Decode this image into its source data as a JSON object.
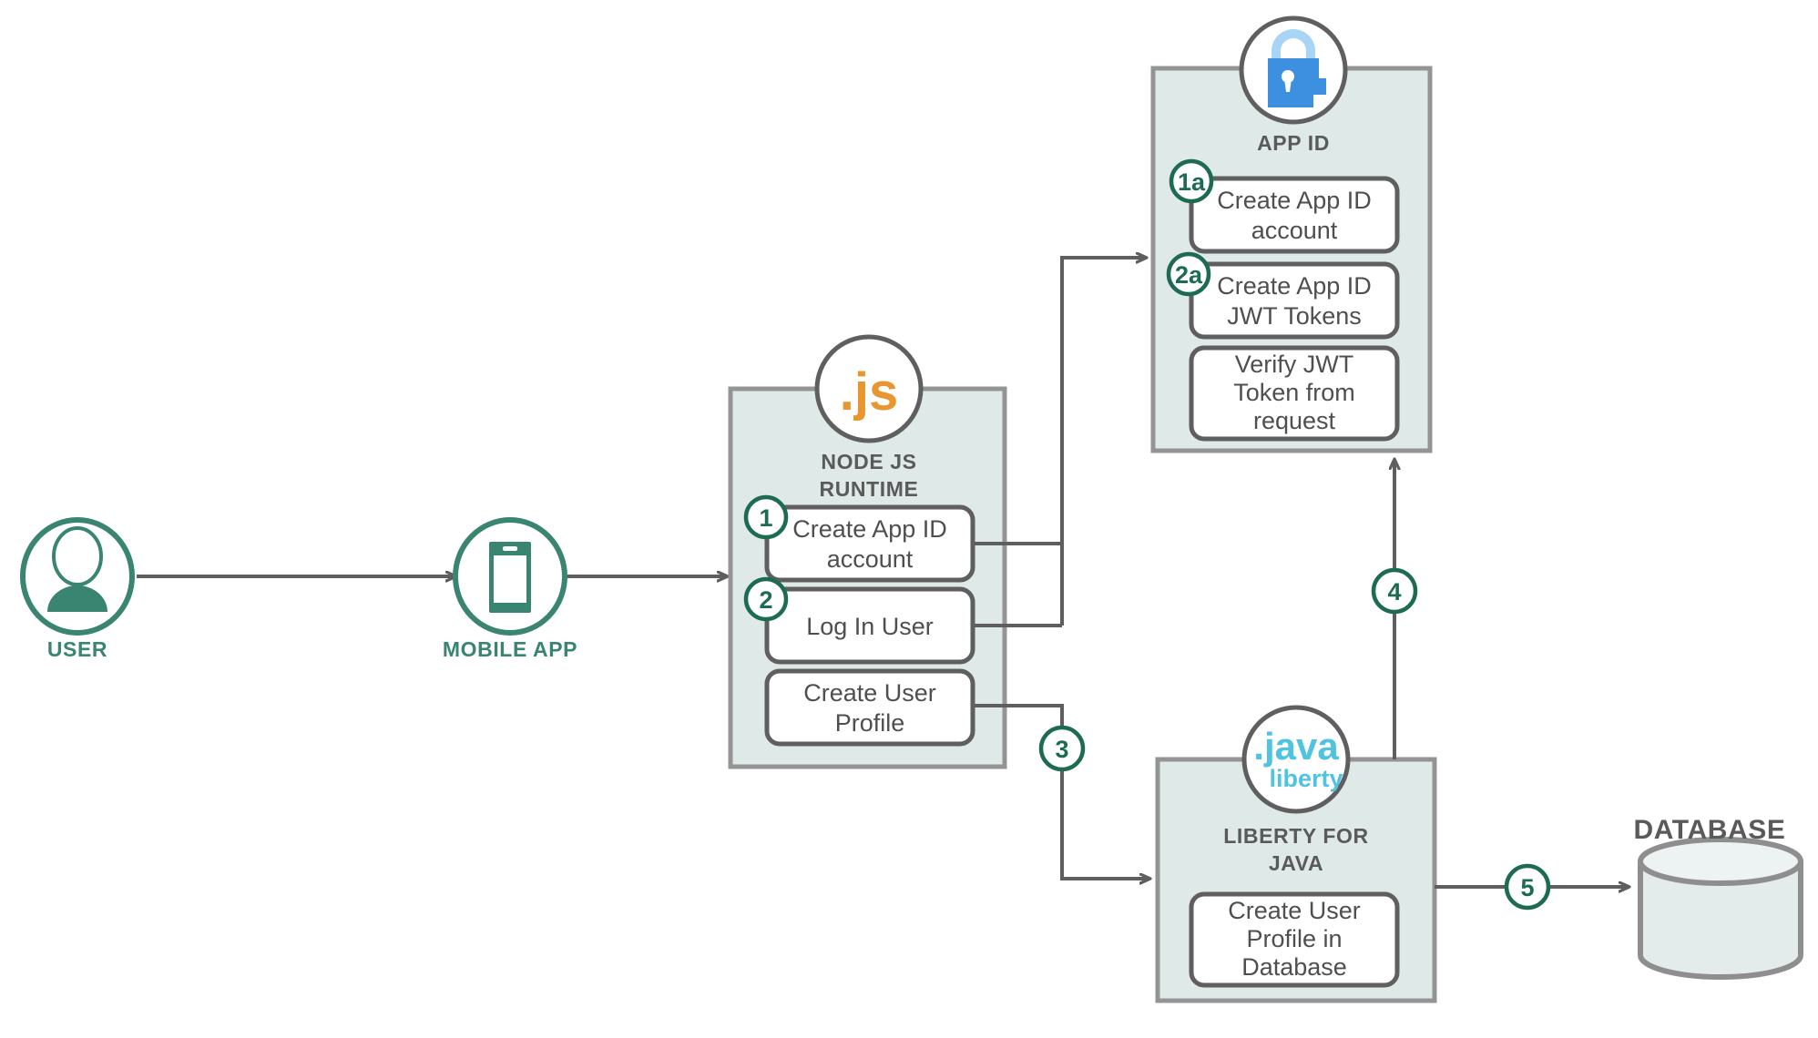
{
  "diagram": {
    "title": "App ID authentication flow architecture",
    "background": "#ffffff",
    "colors": {
      "teal_accent": "#3A8472",
      "badge_green": "#1D6B52",
      "container_fill": "#DEE9E8",
      "container_stroke": "#949494",
      "connector_gray": "#5E5E5E",
      "step_box_stroke": "#5F5F5F",
      "step_box_fill": "#FFFFFF",
      "text_gray": "#4F4F4F",
      "title_gray": "#5A5A5A",
      "js_orange": "#E8962F",
      "java_blue": "#4FC3E0",
      "appid_blue": "#3D8FE0",
      "db_fill": "#E3ECEB",
      "db_stroke": "#8E8E8E"
    }
  },
  "actors": [
    {
      "id": "user",
      "label": "USER",
      "icon": "user-avatar-icon"
    },
    {
      "id": "mobile_app",
      "label": "MOBILE APP",
      "icon": "mobile-phone-icon"
    }
  ],
  "containers": [
    {
      "id": "node_js_runtime",
      "label": "NODE JS\nRUNTIME",
      "label_line1": "NODE JS",
      "label_line2": "RUNTIME",
      "icon": "nodejs-dotjs-icon",
      "icon_text": ".js",
      "steps": [
        {
          "badge": "1",
          "text": "Create App ID\naccount",
          "line1": "Create App ID",
          "line2": "account",
          "lines": 2
        },
        {
          "badge": "2",
          "text": "Log In User",
          "line1": "Log In User",
          "line2": "",
          "lines": 1
        },
        {
          "badge": "",
          "text": "Create User\nProfile",
          "line1": "Create User",
          "line2": "Profile",
          "lines": 2
        }
      ]
    },
    {
      "id": "app_id",
      "label": "APP ID",
      "label_line1": "APP ID",
      "label_line2": "",
      "icon": "appid-lock-face-icon",
      "steps": [
        {
          "badge": "1a",
          "text": "Create App ID\naccount",
          "line1": "Create App ID",
          "line2": "account",
          "lines": 2
        },
        {
          "badge": "2a",
          "text": "Create App ID\nJWT Tokens",
          "line1": "Create App ID",
          "line2": "JWT Tokens",
          "lines": 2
        },
        {
          "badge": "",
          "text": "Verify JWT\nToken from\nrequest",
          "line1": "Verify JWT",
          "line2": "Token from",
          "line3": "request",
          "lines": 3
        }
      ]
    },
    {
      "id": "liberty_for_java",
      "label": "LIBERTY FOR\nJAVA",
      "label_line1": "LIBERTY FOR",
      "label_line2": "JAVA",
      "icon": "java-liberty-icon",
      "icon_text_top": ".java",
      "icon_text_bottom": "liberty",
      "steps": [
        {
          "badge": "",
          "text": "Create User\nProfile in\nDatabase",
          "line1": "Create User",
          "line2": "Profile in",
          "line3": "Database",
          "lines": 3
        }
      ]
    }
  ],
  "datastore": {
    "id": "database",
    "label": "DATABASE",
    "icon": "database-cylinder-icon"
  },
  "flow_badges": [
    {
      "id": "badge-3",
      "label": "3"
    },
    {
      "id": "badge-4",
      "label": "4"
    },
    {
      "id": "badge-5",
      "label": "5"
    }
  ],
  "connectors": [
    {
      "id": "user-to-mobile",
      "from": "user",
      "to": "mobile_app",
      "badge": ""
    },
    {
      "id": "mobile-to-nodejs",
      "from": "mobile_app",
      "to": "node_js_runtime",
      "badge": ""
    },
    {
      "id": "nodejs-to-appid",
      "from": "node_js_runtime",
      "to": "app_id",
      "badge": ""
    },
    {
      "id": "nodejs-to-liberty",
      "from": "node_js_runtime",
      "to": "liberty_for_java",
      "badge": "3"
    },
    {
      "id": "liberty-to-appid",
      "from": "liberty_for_java",
      "to": "app_id",
      "badge": "4"
    },
    {
      "id": "liberty-to-database",
      "from": "liberty_for_java",
      "to": "database",
      "badge": "5"
    }
  ]
}
